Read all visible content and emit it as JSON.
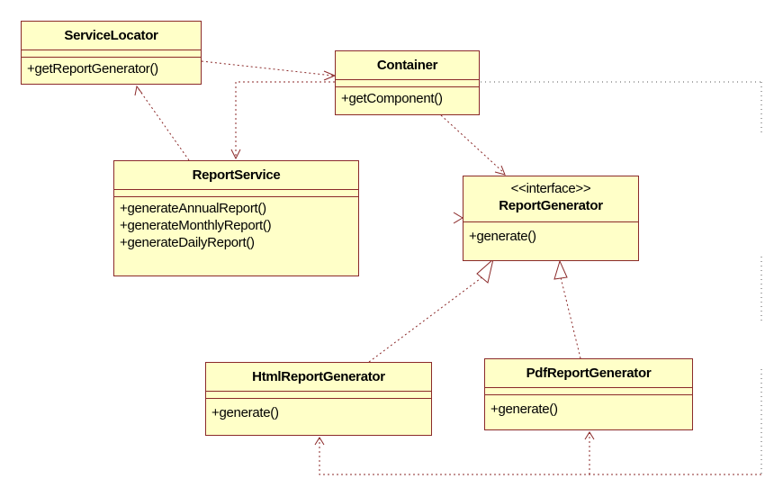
{
  "diagram": {
    "classes": {
      "service_locator": {
        "name": "ServiceLocator",
        "operations": [
          "+getReportGenerator()"
        ]
      },
      "container": {
        "name": "Container",
        "operations": [
          "+getComponent()"
        ]
      },
      "report_service": {
        "name": "ReportService",
        "operations": [
          "+generateAnnualReport()",
          "+generateMonthlyReport()",
          "+generateDailyReport()"
        ]
      },
      "report_generator": {
        "stereotype": "<<interface>>",
        "name": "ReportGenerator",
        "operations": [
          "+generate()"
        ]
      },
      "html_report_generator": {
        "name": "HtmlReportGenerator",
        "operations": [
          "+generate()"
        ]
      },
      "pdf_report_generator": {
        "name": "PdfReportGenerator",
        "operations": [
          "+generate()"
        ]
      }
    },
    "colors": {
      "class_fill": "#ffffc8",
      "class_border": "#8b2a2a",
      "dependency_line": "#8b2a2a",
      "boundary_dots": "#555555"
    }
  }
}
